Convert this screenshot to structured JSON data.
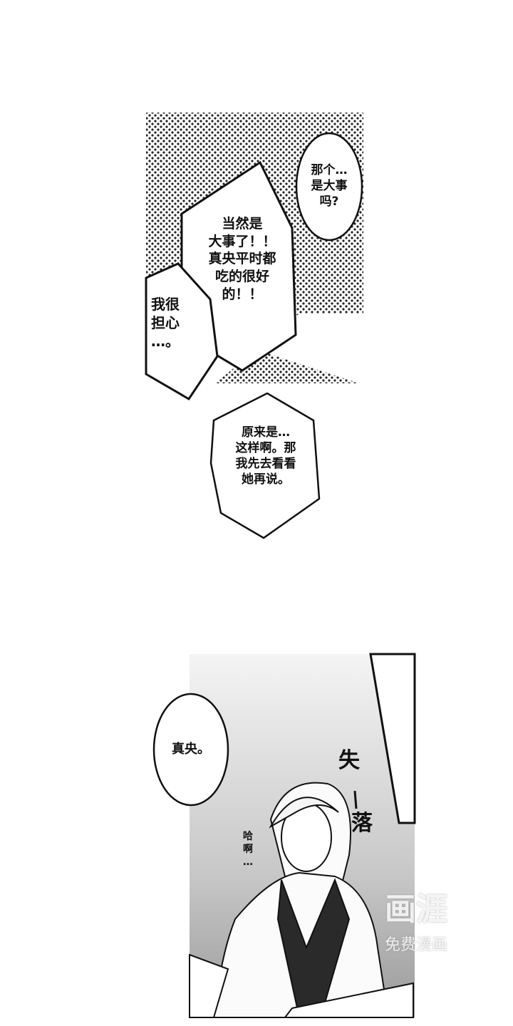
{
  "panel1": {
    "bubbles": [
      {
        "id": "bubble-that-a-big-deal",
        "text": "那个…\n是大事\n吗?"
      },
      {
        "id": "bubble-of-course",
        "text": "当然是\n大事了！！\n真央平时都\n吃的很好\n的！！"
      },
      {
        "id": "bubble-worried",
        "text": "我很\n担心\n…。"
      },
      {
        "id": "bubble-i-see",
        "text": "原来是…\n这样啊。那\n我先去看看\n她再说。"
      }
    ]
  },
  "panel2": {
    "bubble_mao": "真央。",
    "sfx_lost_1": "失",
    "sfx_lost_2": "落",
    "sfx_sigh": "哈\n啊\n…"
  },
  "watermark": {
    "logo": "画涯",
    "subtitle": "免费漫画"
  }
}
